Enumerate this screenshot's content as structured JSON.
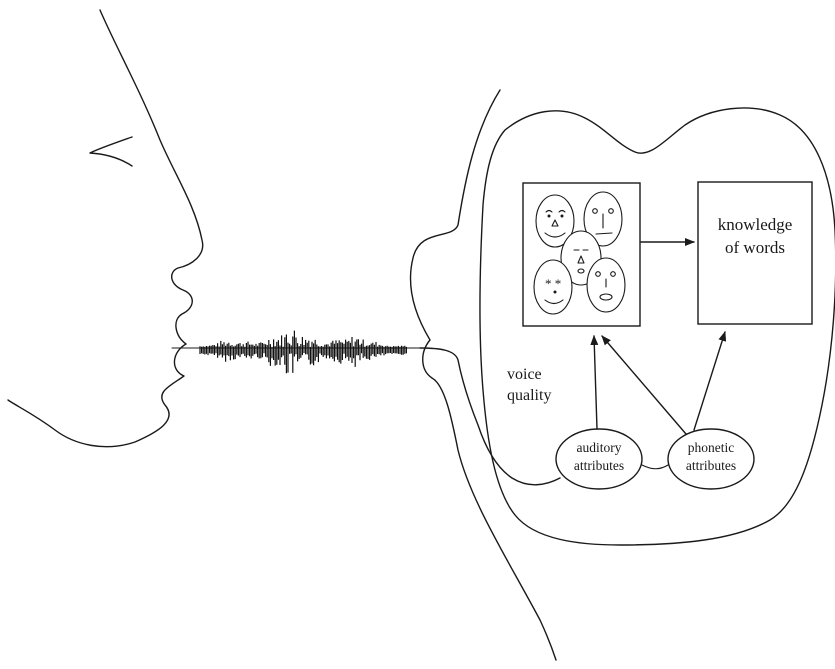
{
  "labels": {
    "knowledge_line1": "knowledge",
    "knowledge_line2": "of words",
    "voice_line1": "voice",
    "voice_line2": "quality",
    "auditory_line1": "auditory",
    "auditory_line2": "attributes",
    "phonetic_line1": "phonetic",
    "phonetic_line2": "attributes"
  }
}
